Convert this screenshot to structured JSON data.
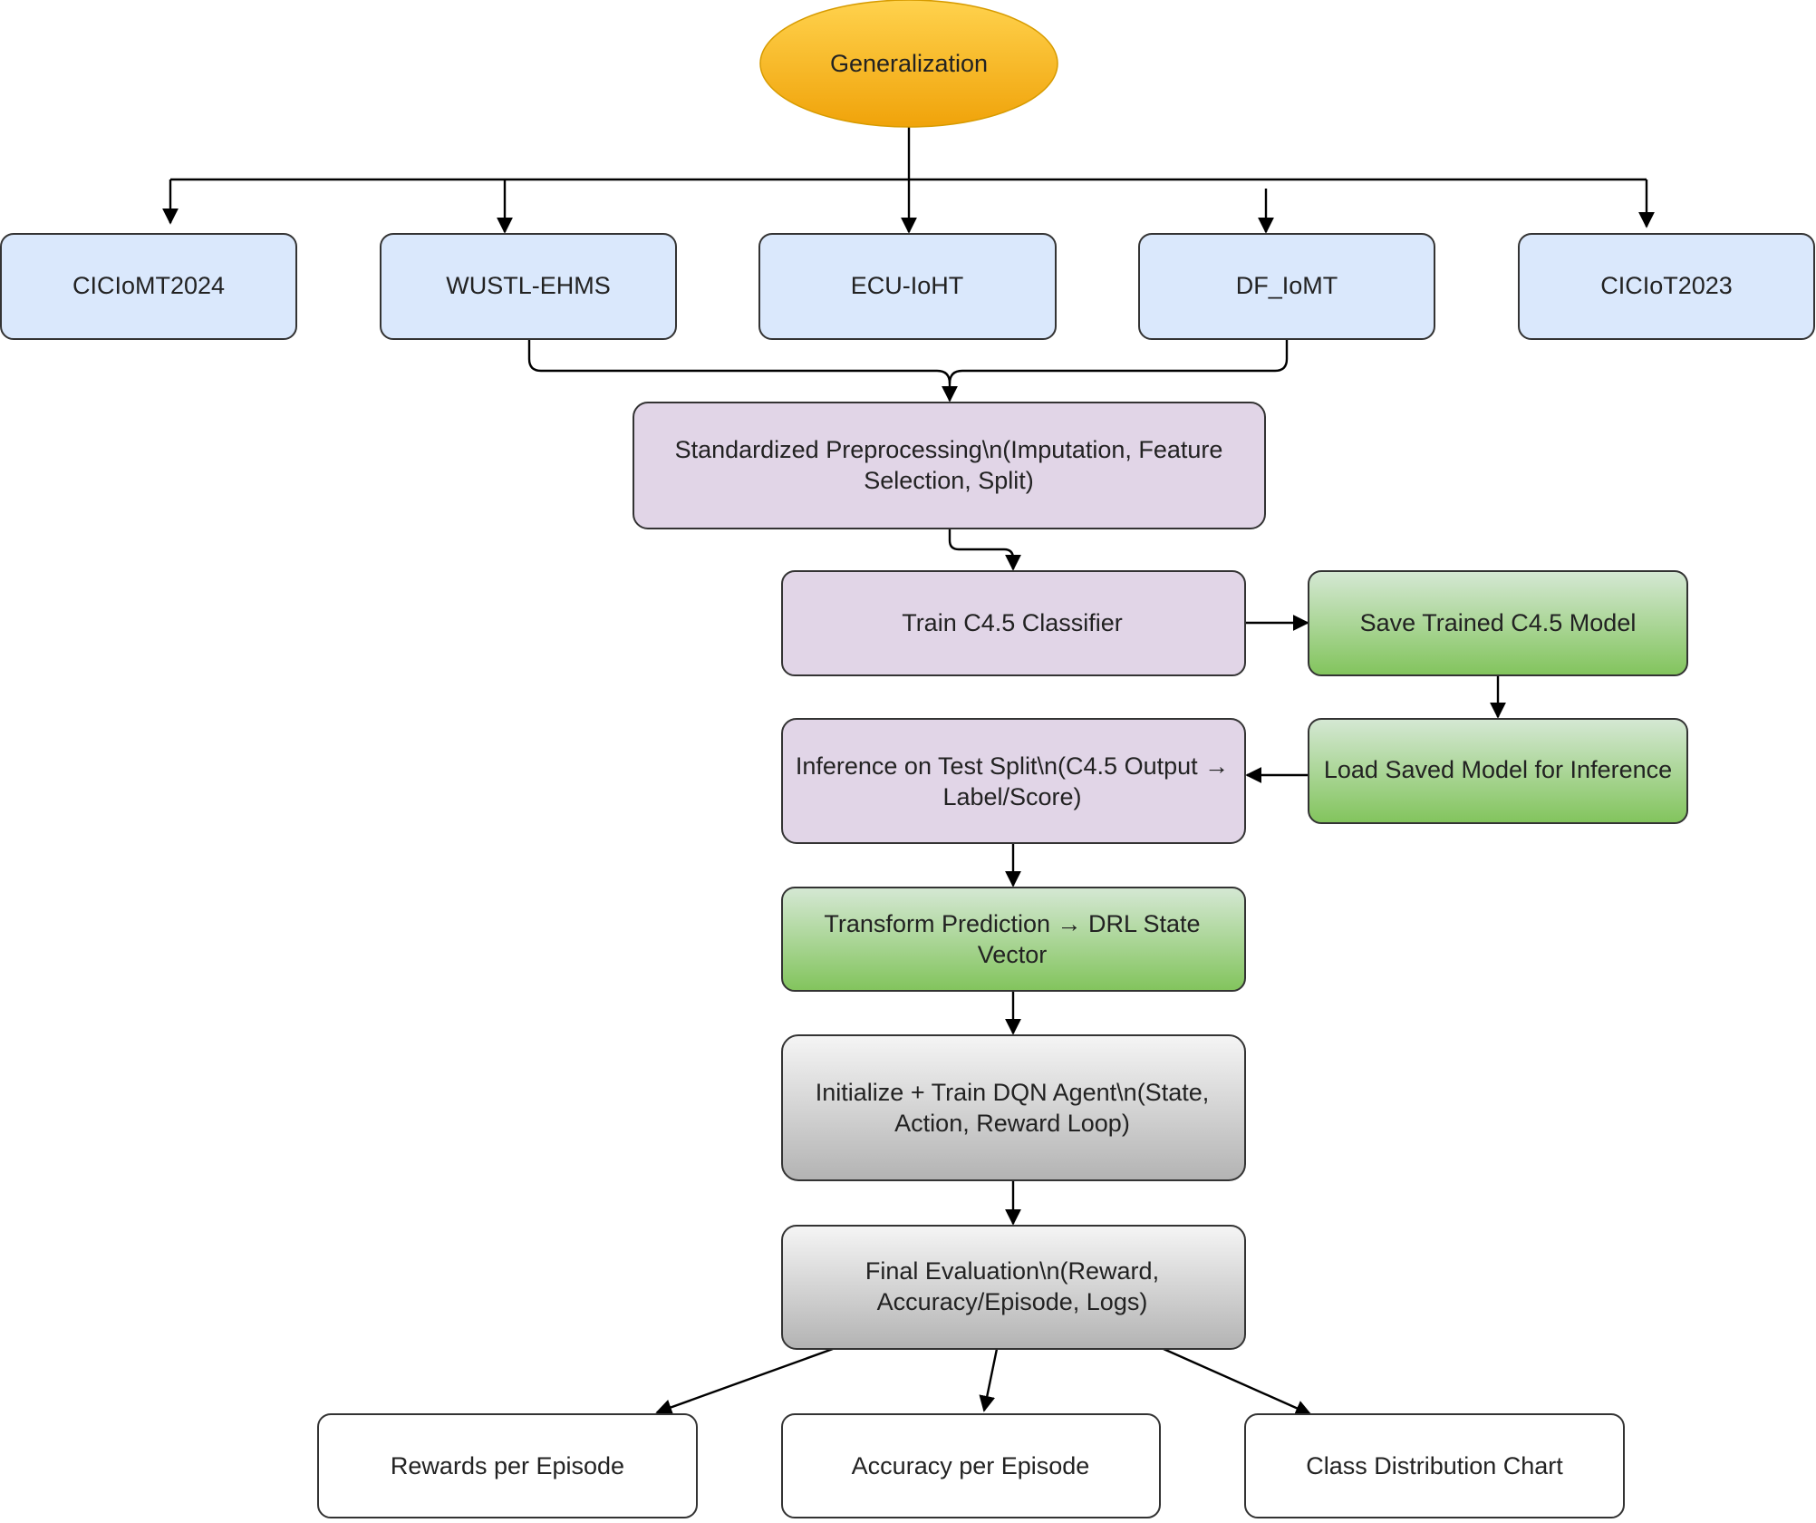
{
  "nodes": {
    "generalization": "Generalization",
    "ciciomt2024": "CICIoMT2024",
    "wustl_ehms": "WUSTL-EHMS",
    "ecu_ioht": "ECU-IoHT",
    "df_iomt": "DF_IoMT",
    "ciciot2023": "CICIoT2023",
    "preprocessing": [
      "Standardized Preprocessing\\n(Imputation, Feature",
      "Selection, Split)"
    ],
    "train_c45": "Train C4.5 Classifier",
    "save_model": "Save Trained C4.5 Model",
    "load_model": "Load Saved Model for Inference",
    "inference": [
      "Inference on Test Split\\n(C4.5 Output →",
      "Label/Score)"
    ],
    "transform": [
      "Transform Prediction → DRL State",
      "Vector"
    ],
    "dqn": [
      "Initialize + Train DQN Agent\\n(State,",
      "Action, Reward Loop)"
    ],
    "evaluation": [
      "Final Evaluation\\n(Reward,",
      "Accuracy/Episode, Logs)"
    ],
    "rewards_output": "Rewards per Episode",
    "accuracy_output": "Accuracy per Episode",
    "class_dist_output": "Class Distribution Chart"
  },
  "colors": {
    "generalization_fill_top": "#ffd24d",
    "generalization_fill_bottom": "#f0a30a",
    "dataset_fill": "#dae8fc",
    "process_fill": "#e1d5e7",
    "model_fill_top": "#d5e8d4",
    "model_fill_bottom": "#82c45c",
    "dqn_fill_top": "#f5f5f5",
    "dqn_fill_bottom": "#b3b3b3",
    "output_fill": "#ffffff",
    "stroke": "#333333"
  }
}
